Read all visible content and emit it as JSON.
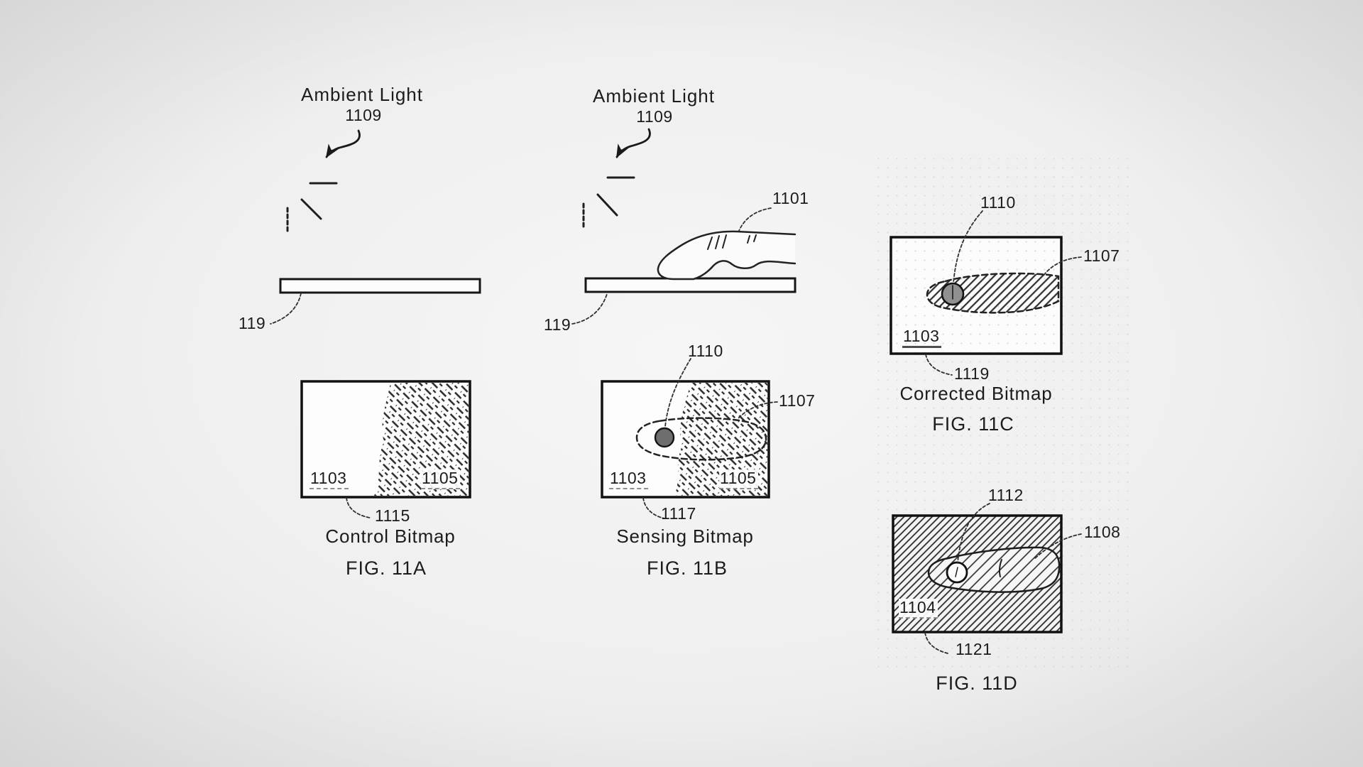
{
  "panelA": {
    "ambient_light": {
      "label": "Ambient Light",
      "ref": "1109"
    },
    "surface_ref": "119",
    "clean_region_ref": "1103",
    "shadow_region_ref": "1105",
    "bitmap_leader_ref": "1115",
    "caption": "Control Bitmap",
    "fig_label": "FIG. 11A"
  },
  "panelB": {
    "ambient_light": {
      "label": "Ambient Light",
      "ref": "1109"
    },
    "surface_ref": "119",
    "finger_ref": "1101",
    "touch_point_ref": "1110",
    "finger_shadow_ref": "1107",
    "clean_region_ref": "1103",
    "shadow_region_ref": "1105",
    "bitmap_leader_ref": "1117",
    "caption": "Sensing Bitmap",
    "fig_label": "FIG. 11B"
  },
  "panelC": {
    "touch_point_ref": "1110",
    "finger_shadow_ref": "1107",
    "region_ref": "1103",
    "bitmap_leader_ref": "1119",
    "caption": "Corrected Bitmap",
    "fig_label": "FIG. 11C"
  },
  "panelD": {
    "touch_point_ref": "1112",
    "finger_region_ref": "1108",
    "region_ref": "1104",
    "bitmap_leader_ref": "1121",
    "fig_label": "FIG. 11D"
  },
  "colors": {
    "ink": "#1e1e1e",
    "background_center": "#f6f6f6",
    "background_edge": "#e2e2e2",
    "touch_dot_fill": "#6e6e6e",
    "corrected_dot_fill": "#909090"
  }
}
